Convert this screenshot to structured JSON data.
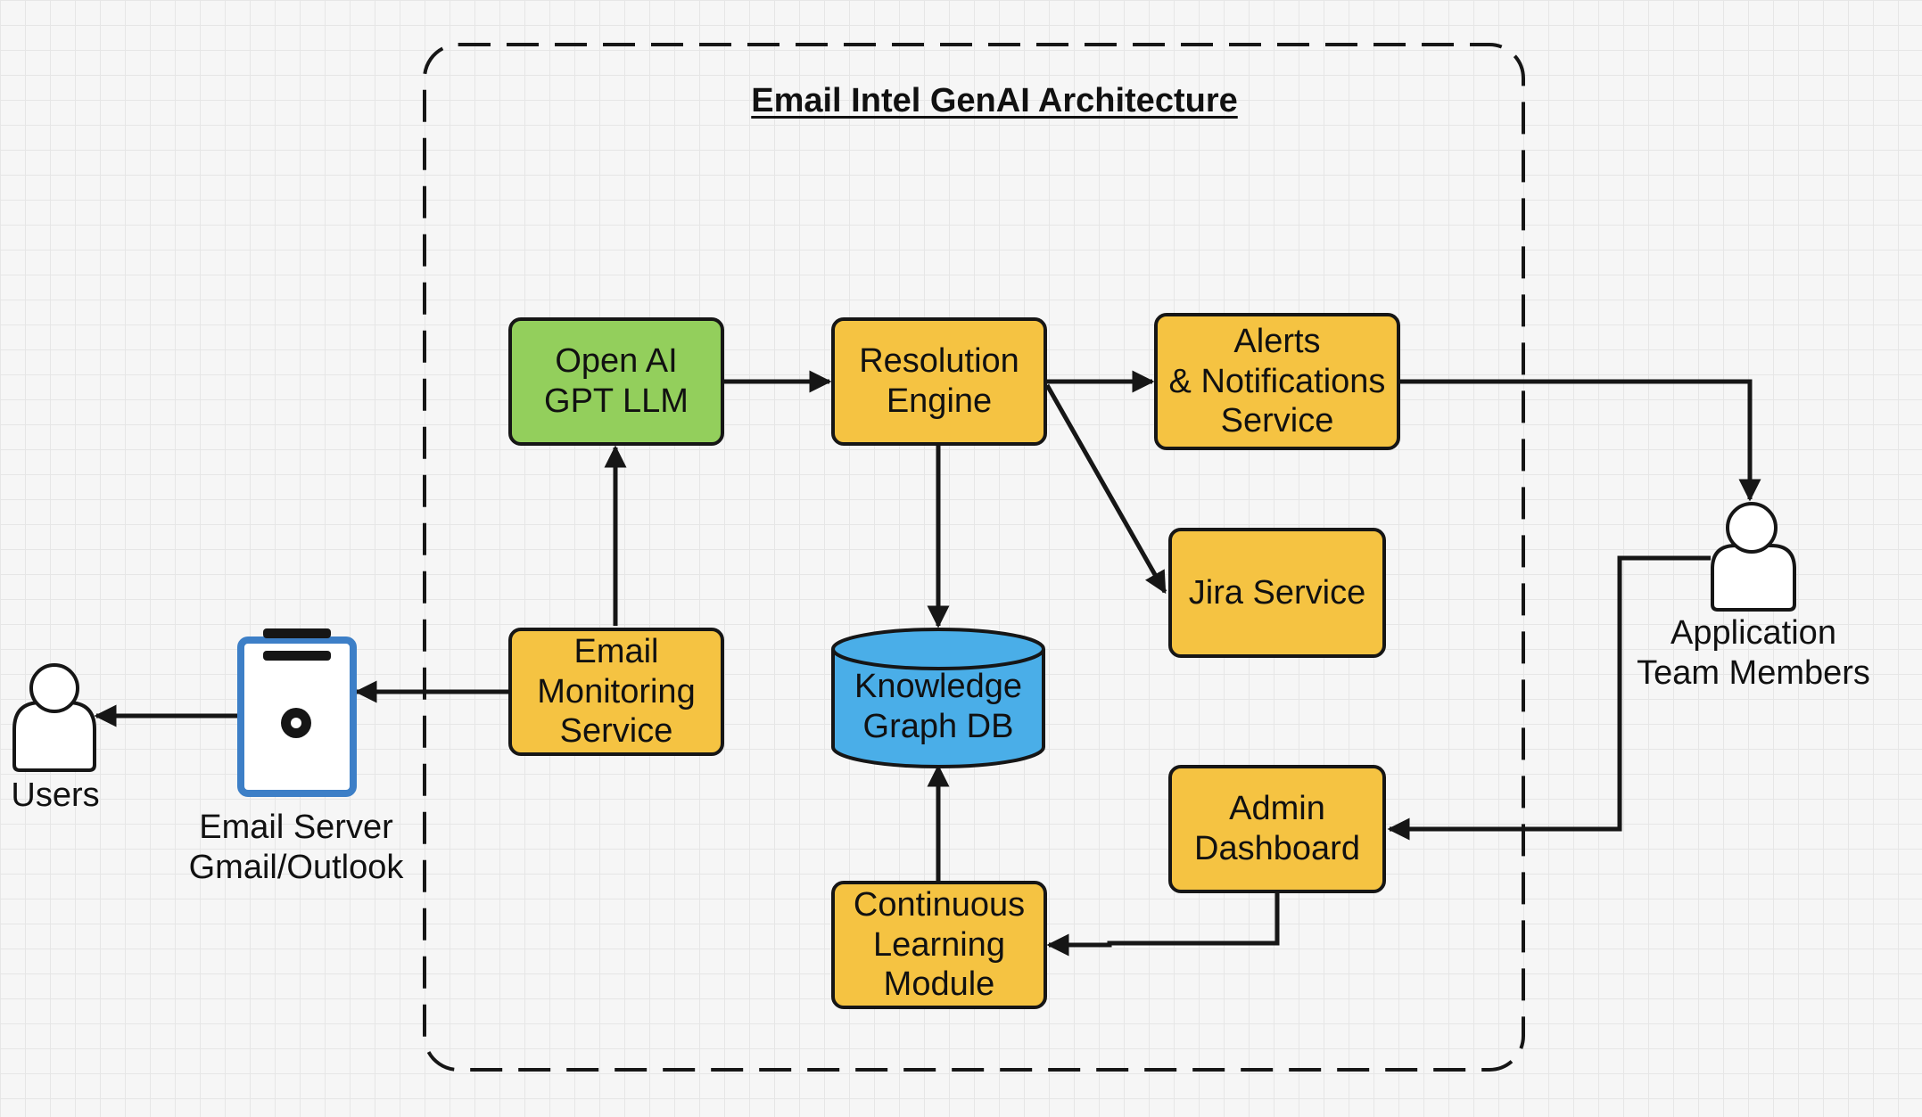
{
  "diagram": {
    "title": "Email Intel GenAI Architecture",
    "nodes": {
      "openai": "Open AI\nGPT LLM",
      "resolution": "Resolution\nEngine",
      "alerts": "Alerts\n& Notifications\nService",
      "jira": "Jira Service",
      "email_monitoring": "Email\nMonitoring\nService",
      "knowledge_db": "Knowledge\nGraph DB",
      "admin": "Admin\nDashboard",
      "continuous": "Continuous\nLearning\nModule"
    },
    "actors": {
      "users": "Users",
      "email_server": "Email Server\nGmail/Outlook",
      "app_team": "Application\nTeam Members"
    },
    "colors": {
      "service": "#f5c342",
      "llm": "#93cf5c",
      "database": "#4aaee8",
      "email_server": "#3d7fc7",
      "line": "#161616"
    },
    "edges": [
      {
        "from": "Email Monitoring Service",
        "to": "Open AI GPT LLM"
      },
      {
        "from": "Email Monitoring Service",
        "to": "Email Server Gmail/Outlook"
      },
      {
        "from": "Email Server Gmail/Outlook",
        "to": "Users"
      },
      {
        "from": "Open AI GPT LLM",
        "to": "Resolution Engine"
      },
      {
        "from": "Resolution Engine",
        "to": "Alerts & Notifications Service"
      },
      {
        "from": "Resolution Engine",
        "to": "Jira Service"
      },
      {
        "from": "Resolution Engine",
        "to": "Knowledge Graph DB"
      },
      {
        "from": "Continuous Learning Module",
        "to": "Knowledge Graph DB"
      },
      {
        "from": "Alerts & Notifications Service",
        "to": "Application Team Members"
      },
      {
        "from": "Application Team Members",
        "to": "Admin Dashboard"
      },
      {
        "from": "Admin Dashboard",
        "to": "Continuous Learning Module"
      }
    ]
  }
}
